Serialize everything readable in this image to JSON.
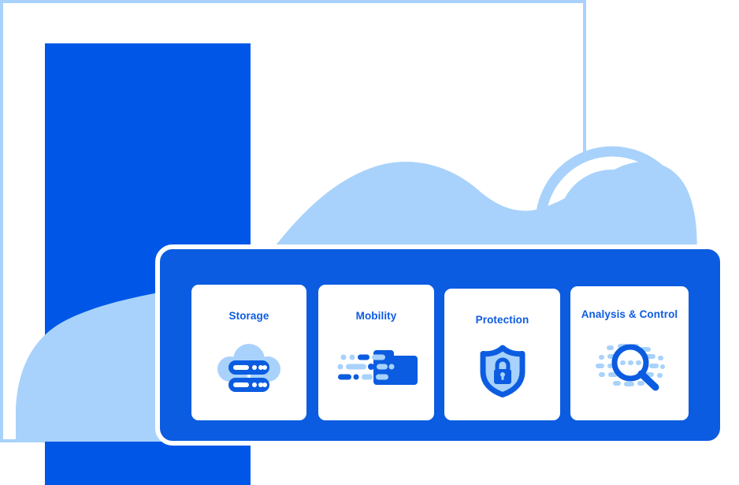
{
  "colors": {
    "brand_blue": "#0b5ce0",
    "deep_blue": "#0057e7",
    "light_blue": "#a8d2fb",
    "white": "#ffffff",
    "title_blue": "#0d5ce0"
  },
  "background": {
    "outline_rect_name": "outline-rectangle",
    "solid_rect_name": "solid-blue-rectangle",
    "cloud_name": "cloud-shape",
    "rings_name": "concentric-rings"
  },
  "panel": {
    "name": "feature-panel",
    "cards": [
      {
        "id": "storage",
        "title": "Storage",
        "icon": "cloud-server-icon"
      },
      {
        "id": "mobility",
        "title": "Mobility",
        "icon": "folder-transfer-icon"
      },
      {
        "id": "protection",
        "title": "Protection",
        "icon": "shield-lock-icon"
      },
      {
        "id": "analysis-control",
        "title": "Analysis & Control",
        "icon": "magnifier-data-icon"
      }
    ]
  }
}
